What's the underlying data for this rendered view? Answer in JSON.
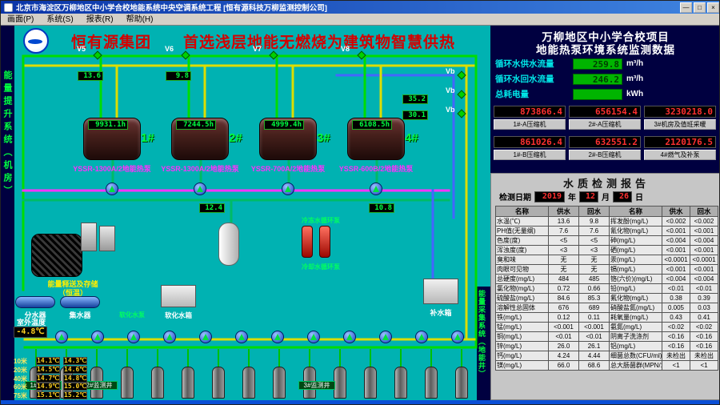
{
  "window": {
    "title": "北京市海淀区万柳地区中小学合校地能系统中央空调系统工程  [恒有源科技万柳监测控制公司]",
    "buttons": {
      "minimize": "—",
      "maximize": "□",
      "close": "×"
    }
  },
  "menubar": {
    "items": [
      {
        "label": "画面(P)"
      },
      {
        "label": "系统(S)"
      },
      {
        "label": "报表(R)"
      },
      {
        "label": "帮助(H)"
      }
    ]
  },
  "header": {
    "slogan": "恒有源集团　　首选浅层地能无燃烧为建筑物智慧供热"
  },
  "side_labels": {
    "left": "能量提升系统（机房）",
    "right": "能量采集系统（地能井）"
  },
  "right_panel": {
    "project_title_1": "万柳地区中小学合校项目",
    "project_title_2": "地能热泵环境系统监测数据",
    "metrics": [
      {
        "label": "循环水供水流量",
        "value": "259.8",
        "unit": "m³/h"
      },
      {
        "label": "循环水回水流量",
        "value": "246.2",
        "unit": "m³/h"
      },
      {
        "label": "总耗电量",
        "value": "",
        "unit": "kWh"
      }
    ],
    "counters": [
      {
        "value": "873866.4",
        "label": "1#-A压缩机"
      },
      {
        "value": "656154.4",
        "label": "2#-A压缩机"
      },
      {
        "value": "3230218.0",
        "label": "3#机房及值班采暖"
      },
      {
        "value": "861026.4",
        "label": "1#-B压缩机"
      },
      {
        "value": "632551.2",
        "label": "2#-B压缩机"
      },
      {
        "value": "2120176.5",
        "label": "4#燃气及补泵"
      }
    ]
  },
  "water_quality": {
    "title": "水质检测报告",
    "date_label": "检测日期",
    "year": "2019",
    "year_unit": "年",
    "month": "12",
    "month_unit": "月",
    "day": "26",
    "day_unit": "日",
    "headers": [
      "名称",
      "供水",
      "回水",
      "名称",
      "供水",
      "回水"
    ],
    "rows": [
      [
        "水温(℃)",
        "13.6",
        "9.8",
        "挥发酚(mg/L)",
        "<0.002",
        "<0.002"
      ],
      [
        "PH值(无量纲)",
        "7.6",
        "7.6",
        "氰化物(mg/L)",
        "<0.001",
        "<0.001"
      ],
      [
        "色度(度)",
        "<5",
        "<5",
        "砷(mg/L)",
        "<0.004",
        "<0.004"
      ],
      [
        "浑浊度(度)",
        "<3",
        "<3",
        "硒(mg/L)",
        "<0.001",
        "<0.001"
      ],
      [
        "臭和味",
        "无",
        "无",
        "汞(mg/L)",
        "<0.0001",
        "<0.0001"
      ],
      [
        "肉眼可见物",
        "无",
        "无",
        "镉(mg/L)",
        "<0.001",
        "<0.001"
      ],
      [
        "总硬度(mg/L)",
        "484",
        "485",
        "铬(六价)(mg/L)",
        "<0.004",
        "<0.004"
      ],
      [
        "氯化物(mg/L)",
        "0.72",
        "0.66",
        "铅(mg/L)",
        "<0.01",
        "<0.01"
      ],
      [
        "硫酸盐(mg/L)",
        "84.6",
        "85.3",
        "氟化物(mg/L)",
        "0.38",
        "0.39"
      ],
      [
        "溶解性总固体",
        "676",
        "689",
        "硝酸盐氮(mg/L)",
        "0.005",
        "0.03"
      ],
      [
        "铁(mg/L)",
        "0.12",
        "0.11",
        "耗氧量(mg/L)",
        "0.43",
        "0.41"
      ],
      [
        "锰(mg/L)",
        "<0.001",
        "<0.001",
        "氨氮(mg/L)",
        "<0.02",
        "<0.02"
      ],
      [
        "铜(mg/L)",
        "<0.01",
        "<0.01",
        "阴离子洗涤剂",
        "<0.16",
        "<0.16"
      ],
      [
        "锌(mg/L)",
        "26.0",
        "26.1",
        "铝(mg/L)",
        "<0.16",
        "<0.16"
      ],
      [
        "钙(mg/L)",
        "4.24",
        "4.44",
        "细菌总数(CFU/ml)",
        "未检出",
        "未检出"
      ],
      [
        "镁(mg/L)",
        "66.0",
        "68.6",
        "总大肠菌群(MPN/100ml)",
        "<1",
        "<1"
      ]
    ]
  },
  "units": [
    {
      "model": "YSSR-1300A/2地能热泵",
      "num": "1#",
      "hours": "9931.1h",
      "valve": "V5"
    },
    {
      "model": "YSSR-1300A/2地能热泵",
      "num": "2#",
      "hours": "7244.5h",
      "valve": "V6"
    },
    {
      "model": "YSSR-700A/2地能热泵",
      "num": "3#",
      "hours": "4999.4h",
      "valve": "V7"
    },
    {
      "model": "YSSR-600B/2地能热泵",
      "num": "4#",
      "hours": "6108.5h",
      "valve": "V8"
    }
  ],
  "diagram": {
    "vb_labels": [
      "Vb",
      "Vb",
      "Vb"
    ],
    "mini_displays": [
      "13.6",
      "9.8",
      "35.2",
      "30.1",
      "12.4",
      "10.8"
    ],
    "pump_labels": [
      "冷冻水循环泵",
      "冷却水循环泵"
    ],
    "components": {
      "divider": "分水器",
      "collector": "集水器",
      "storage_line1": "能量释送及存储",
      "storage_line2": "（恒温）",
      "soft_pump": "软化水泵",
      "soft_tank": "软化水箱",
      "makeup_tank": "补水箱",
      "outdoor_label": "室外温度",
      "outdoor_value": "-4.8℃"
    },
    "wells": {
      "monitor_labels": [
        "1#监测井",
        "2#监测井",
        "3#监测井"
      ],
      "depth_temps": [
        {
          "depth": "10米",
          "t1": "14.1℃",
          "t2": "14.3℃"
        },
        {
          "depth": "20米",
          "t1": "14.5℃",
          "t2": "14.6℃"
        },
        {
          "depth": "40米",
          "t1": "14.7℃",
          "t2": "14.8℃"
        },
        {
          "depth": "60米",
          "t1": "14.9℃",
          "t2": "15.0℃"
        },
        {
          "depth": "75米",
          "t1": "15.1℃",
          "t2": "15.2℃"
        }
      ]
    }
  },
  "colors": {
    "scada_background": "#00b2b2",
    "slogan_red": "#d40000",
    "led_green": "#00ff40",
    "led_red": "#ff3030",
    "lcd_green": "#00b400",
    "pipe_green": "#00dd00",
    "pipe_yellow": "#dddd00",
    "pipe_magenta": "#ff33ff",
    "pipe_blue": "#4466ff"
  }
}
